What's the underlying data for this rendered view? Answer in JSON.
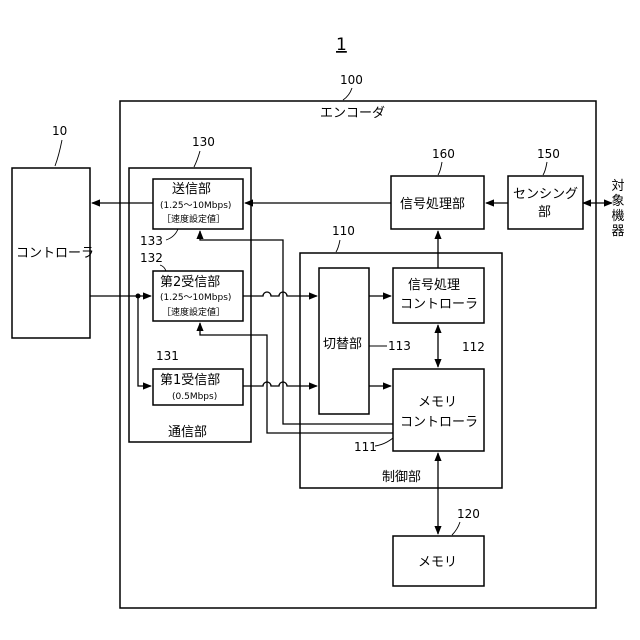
{
  "figure_number": "1",
  "encoder": {
    "ref": "100",
    "label": "エンコーダ"
  },
  "controller": {
    "ref": "10",
    "label": "コントローラ"
  },
  "comm": {
    "ref": "130",
    "label": "通信部",
    "transmitter": {
      "ref": "133",
      "title": "送信部",
      "rate": "(1.25～10Mbps)",
      "setting": "［速度設定値］"
    },
    "receiver2": {
      "ref": "132",
      "title": "第2受信部",
      "rate": "(1.25～10Mbps)",
      "setting": "［速度設定値］"
    },
    "receiver1": {
      "ref": "131",
      "title": "第1受信部",
      "rate": "(0.5Mbps)"
    }
  },
  "control": {
    "ref": "110",
    "label": "制御部",
    "switcher": {
      "ref": "113",
      "label": "切替部"
    },
    "signal_controller": {
      "ref": "112",
      "line1": "信号処理",
      "line2": "コントローラ"
    },
    "memory_controller": {
      "ref": "111",
      "line1": "メモリ",
      "line2": "コントローラ"
    }
  },
  "memory": {
    "ref": "120",
    "label": "メモリ"
  },
  "signal_processor": {
    "ref": "160",
    "label": "信号処理部"
  },
  "sensing": {
    "ref": "150",
    "line1": "センシング",
    "line2": "部"
  },
  "target": {
    "label": "対象機器"
  }
}
